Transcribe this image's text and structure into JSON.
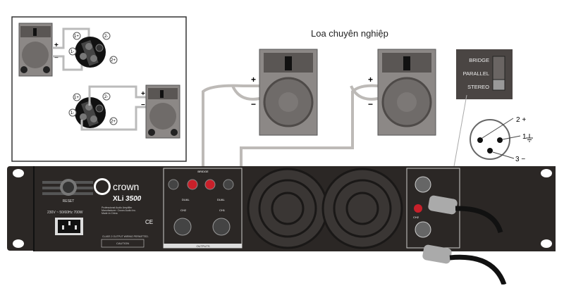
{
  "title": "Loa chuyên nghiệp",
  "inset": {
    "speaker_plus": "+",
    "speaker_minus": "−",
    "pins": [
      "1+",
      "1-",
      "2-",
      "2+"
    ]
  },
  "speakers": {
    "plus": "+",
    "minus": "−"
  },
  "mode_switch": {
    "options": [
      "BRIDGE",
      "PARALLEL",
      "STEREO"
    ],
    "selected": "STEREO"
  },
  "xlr_pinout": {
    "pin2": "2 +",
    "pin1": "1",
    "pin3": "3 −"
  },
  "amplifier": {
    "brand": "crown",
    "model_prefix": "XLi",
    "model_number": "3500",
    "reset_label": "RESET",
    "power_rating": "230V ~ 50/60Hz 700W",
    "description": [
      "Professional Audio Amplifier",
      "Manufacturer: Crown Audio Inc.",
      "Made in China"
    ],
    "bridge_label": "BRIDGE",
    "dual_label": "DUAL",
    "ch2_label": "CH2",
    "ch1_label": "CH1",
    "class_notice": "CLASS 2 OUTPUT WIRING PERMITTED.",
    "caution_label": "CAUTION",
    "outputs_label": "OUTPUTS",
    "ce_mark": "CE",
    "input_ch2_label": "CH2"
  },
  "colors": {
    "amp_body": "#2b2725",
    "speaker": "#8a8684",
    "binding_post_red": "#c8202a",
    "cable": "#bdbab7"
  }
}
